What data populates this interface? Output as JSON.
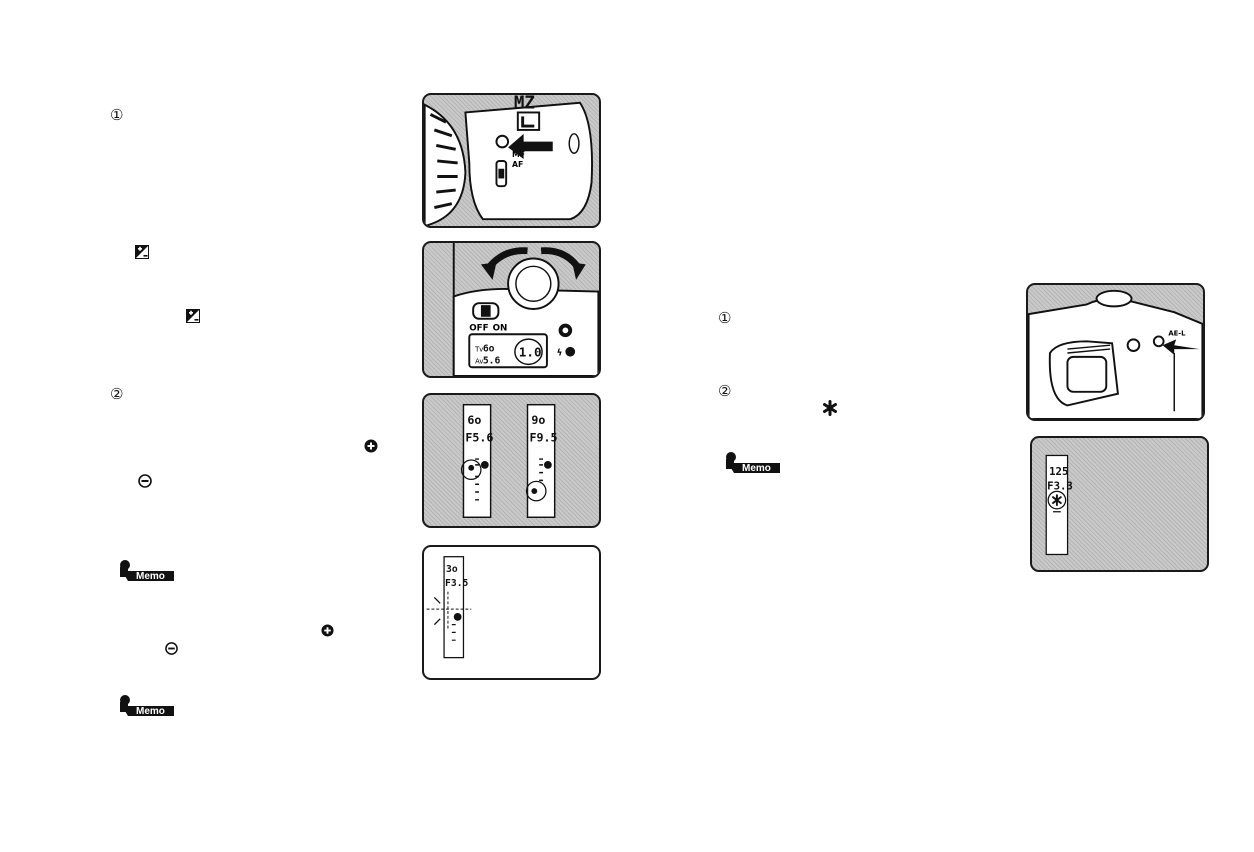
{
  "left_column": {
    "step1_marker": "①",
    "step2_marker": "②",
    "memo_label": "Memo"
  },
  "right_column": {
    "step1_marker": "①",
    "step2_marker": "②",
    "memo_label": "Memo"
  },
  "icons": {
    "exposure_comp": "exposure-compensation-icon",
    "plus": "plus-circle-icon",
    "minus": "minus-circle-icon",
    "ae_lock": "ae-lock-asterisk-icon"
  },
  "figures": {
    "camera_front": {
      "brand_mark": "MZ",
      "switch_labels": [
        "MF",
        "AF"
      ]
    },
    "camera_top": {
      "switch_off": "OFF",
      "switch_on": "ON",
      "tv": "6o",
      "av": "5.6",
      "comp_value": "1.0"
    },
    "viewfinder_pair": {
      "left": {
        "shutter": "6o",
        "aperture": "F5.6"
      },
      "right": {
        "shutter": "9o",
        "aperture": "F9.5"
      }
    },
    "viewfinder_blink": {
      "shutter": "3o",
      "aperture": "F3.5"
    },
    "camera_back": {
      "button_label": "AE-L"
    },
    "viewfinder_ael": {
      "shutter": "125",
      "aperture": "F3.3"
    }
  }
}
